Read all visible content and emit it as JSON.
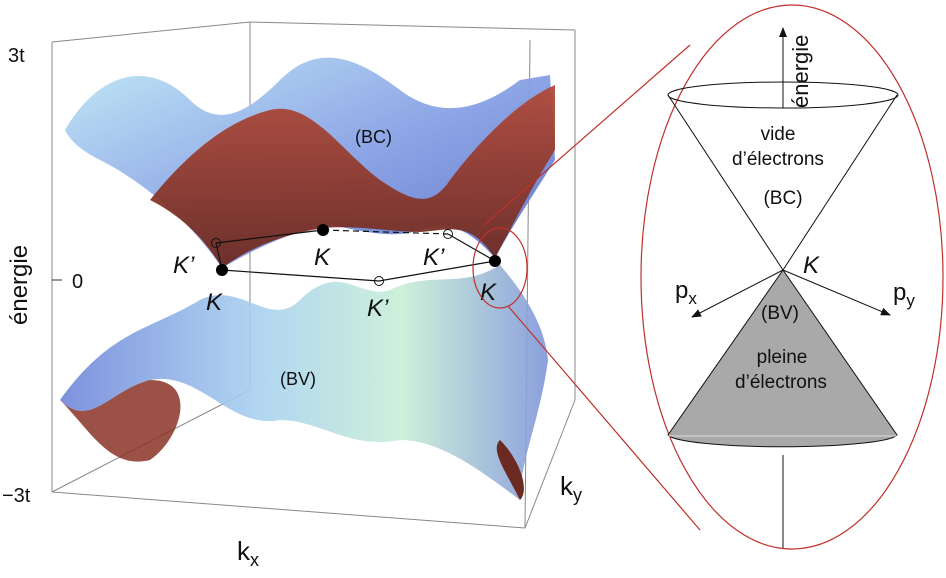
{
  "left_plot": {
    "y_axis_label": "énergie",
    "y_ticks": [
      "3t",
      "0",
      "−3t"
    ],
    "x_axis_label": "k",
    "x_axis_sub": "x",
    "z_axis_label": "k",
    "z_axis_sub": "y",
    "band_upper": "(BC)",
    "band_lower": "(BV)",
    "points": {
      "K": "K",
      "Kp": "K’"
    }
  },
  "zoom_panel": {
    "energy_label": "énergie",
    "upper_text_1": "vide",
    "upper_text_2": "d’électrons",
    "upper_band": "(BC)",
    "point": "K",
    "px": "p",
    "px_sub": "x",
    "py": "p",
    "py_sub": "y",
    "lower_band": "(BV)",
    "lower_text_1": "pleine",
    "lower_text_2": "d’électrons"
  },
  "colors": {
    "highlight": "#c0302a",
    "valence_fill": "#a9a9a9",
    "band_red": "#8a3324",
    "band_blue": "#7f95d8"
  }
}
